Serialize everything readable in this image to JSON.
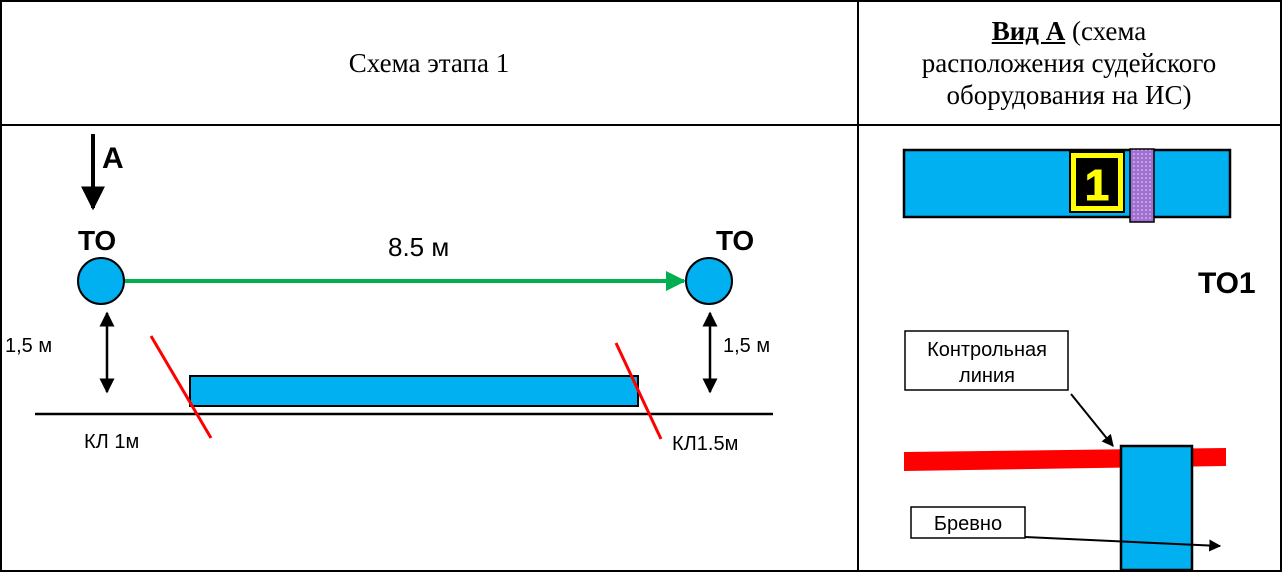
{
  "header": {
    "left_title": "Схема этапа 1",
    "right_title_bold": "Вид А",
    "right_title_line1_rest": " (схема",
    "right_title_line2": "расположения судейского",
    "right_title_line3": "оборудования на ИС)"
  },
  "stage": {
    "arrow_label": "А",
    "to_left": "ТО",
    "to_right": "ТО",
    "distance": "8.5 м",
    "height_left": "1,5 м",
    "height_right": "1,5 м",
    "kl_left": "КЛ 1м",
    "kl_right": "КЛ1.5м"
  },
  "view": {
    "stage_number": "1",
    "to_label": "ТО1",
    "control_line_line1": "Контрольная",
    "control_line_line2": "линия",
    "log_label": "Бревно"
  },
  "colors": {
    "blue": "#00b0f0",
    "green": "#00b050",
    "red": "#ff0000",
    "yellow": "#ffff00",
    "purple": "#a070d0",
    "black": "#000000"
  }
}
